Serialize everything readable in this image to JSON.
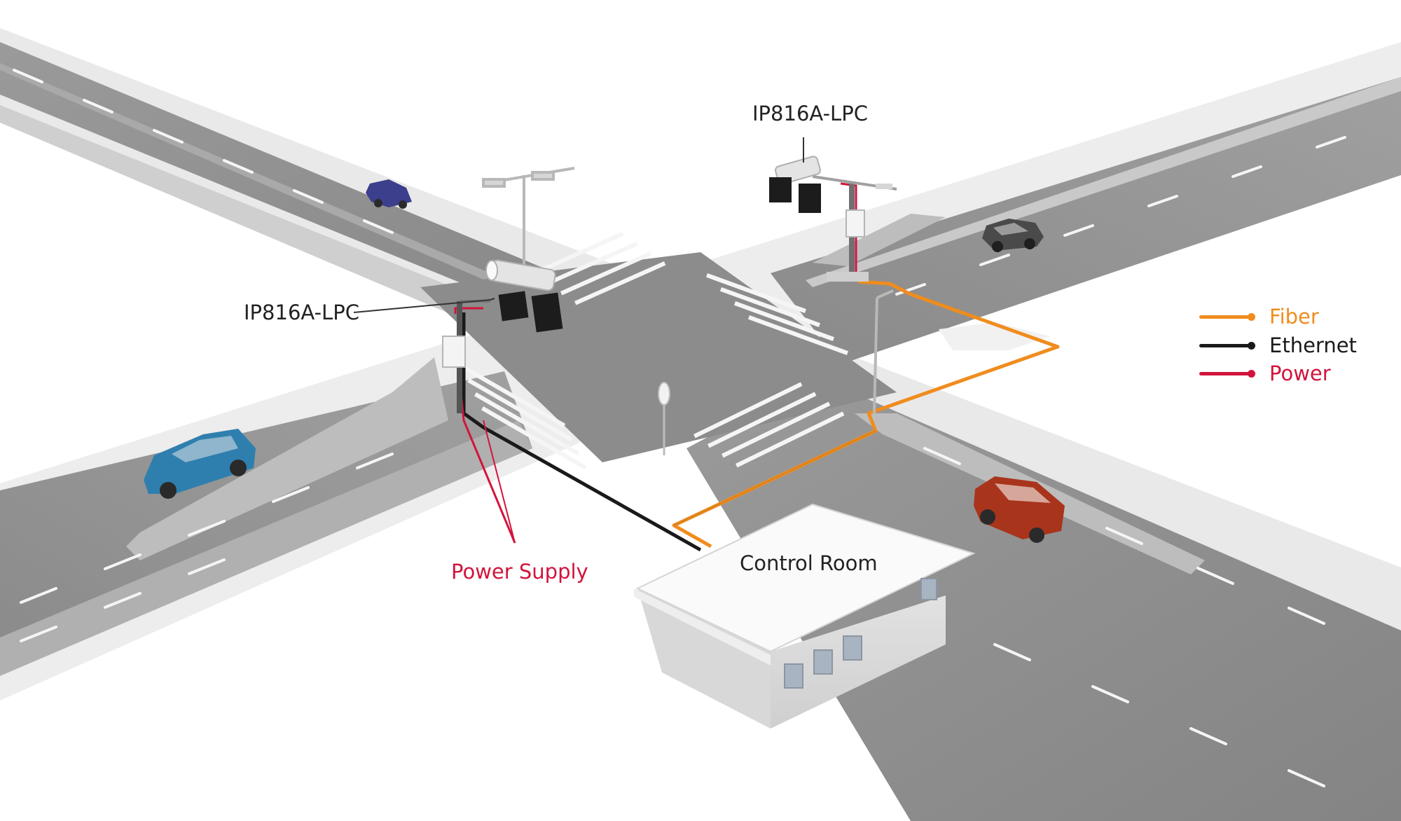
{
  "labels": {
    "camera_top": "IP816A-LPC",
    "camera_left": "IP816A-LPC",
    "power_supply": "Power Supply",
    "control_room": "Control Room"
  },
  "legend": [
    {
      "label": "Fiber",
      "color": "#f08c1e"
    },
    {
      "label": "Ethernet",
      "color": "#1a1a1a"
    },
    {
      "label": "Power",
      "color": "#d2143c"
    }
  ],
  "colors": {
    "road": "#8f8f8f",
    "road_dark": "#7d7d7d",
    "median": "#c9c9c9",
    "sidewalk": "#e6e6e6",
    "lane_mark": "#ffffff",
    "power_label": "#d2143c",
    "car_blue": "#2f7fae",
    "car_red": "#a8341c",
    "car_navy": "#3b3f8c",
    "car_grey": "#4a4a4a"
  },
  "icons": [
    "camera-icon",
    "traffic-light-icon",
    "street-lamp-icon",
    "car-icon",
    "building-icon",
    "signpost-icon"
  ]
}
